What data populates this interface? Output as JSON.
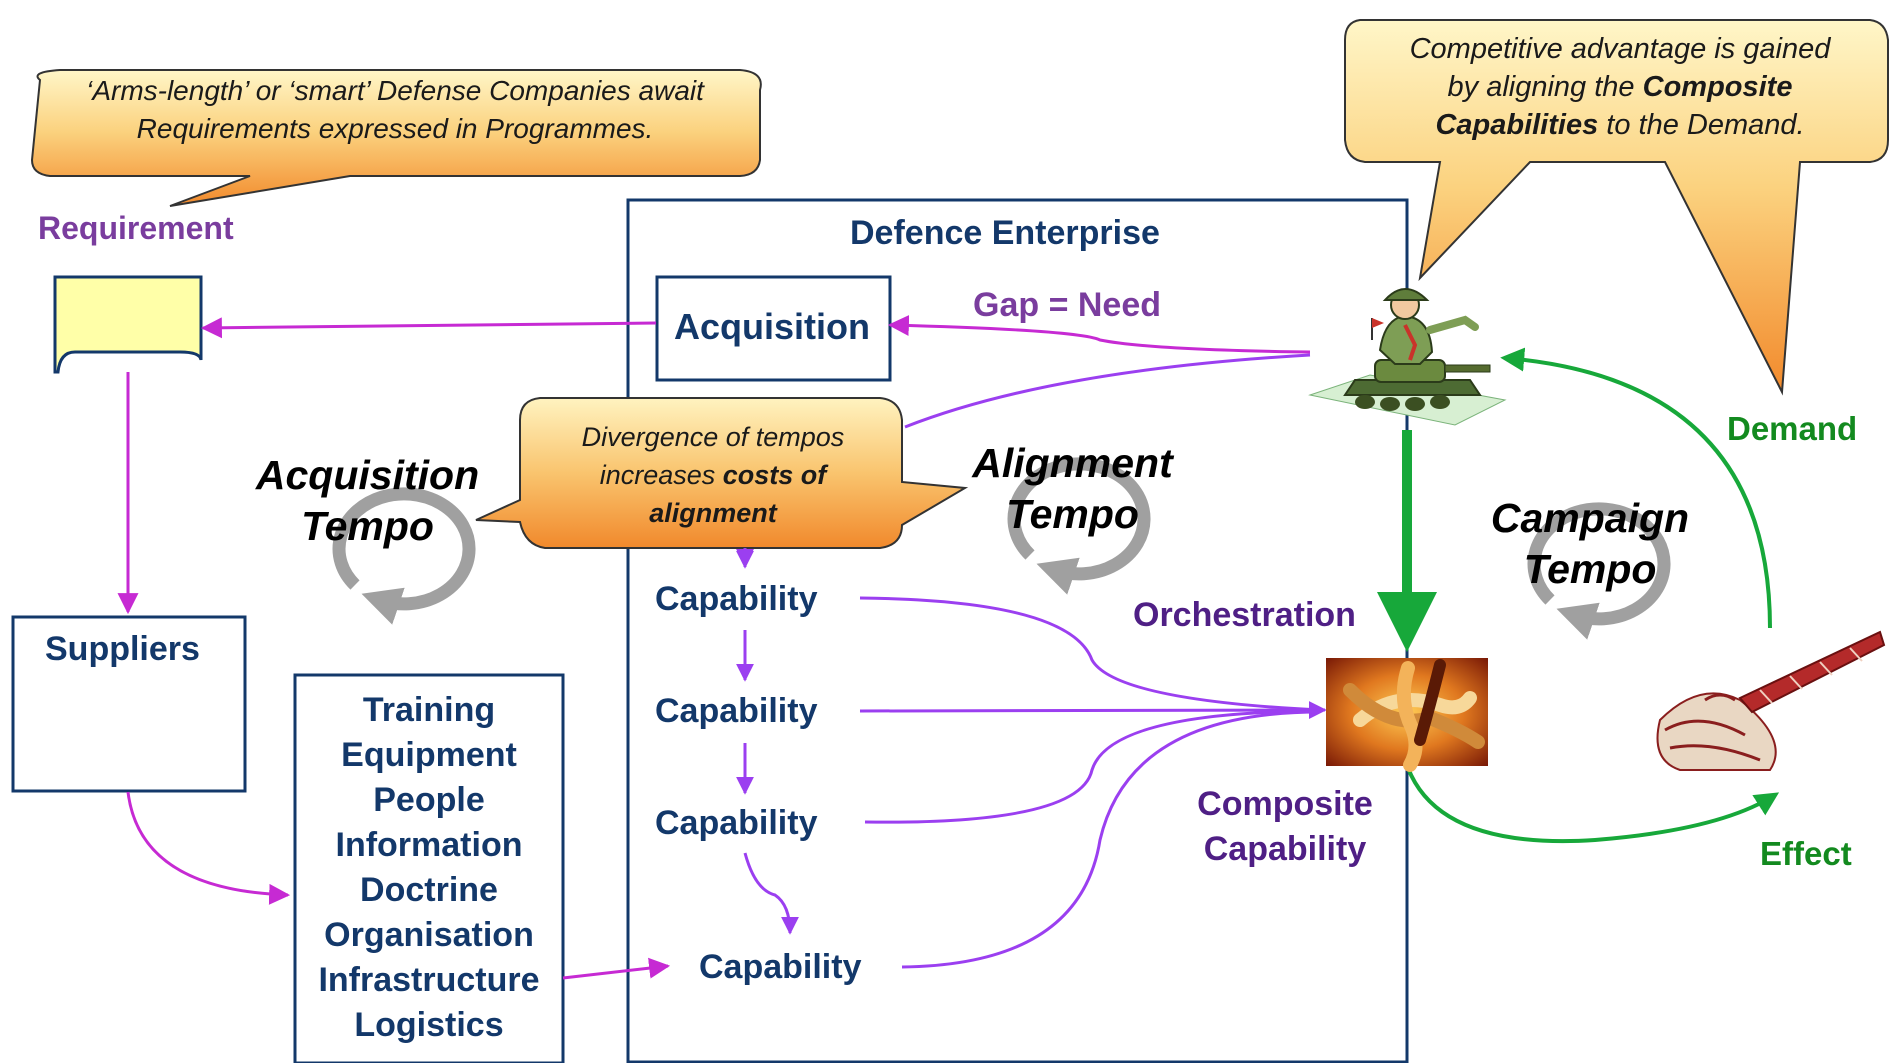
{
  "colors": {
    "navy": "#13386a",
    "magenta": "#c62ad3",
    "violet": "#9b3ff0",
    "green": "#17a83a",
    "bubble_top": "#fff3c0",
    "bubble_bottom": "#f48a2a",
    "requirement_fill": "#ffffa8"
  },
  "bubbles": {
    "defense": "‘Arms-length’ or ‘smart’ Defense Companies await Requirements expressed in Programmes.",
    "competitive": {
      "line1": "Competitive advantage is gained",
      "line2_pre": "by aligning the ",
      "line2_bold": "Composite",
      "line3_bold": "Capabilities",
      "line3_post": " to the Demand."
    },
    "divergence": {
      "line1": "Divergence of tempos",
      "line2_pre": "increases ",
      "line2_bold": "costs of",
      "line3_bold": "alignment"
    }
  },
  "labels": {
    "requirement": "Requirement",
    "defence_enterprise": "Defence Enterprise",
    "acquisition": "Acquisition",
    "gap_need": "Gap = Need",
    "suppliers": "Suppliers",
    "demand": "Demand",
    "orchestration": "Orchestration",
    "composite_capability": "Composite Capability",
    "effect": "Effect",
    "capabilities": [
      "Capability",
      "Capability",
      "Capability",
      "Capability"
    ]
  },
  "tempos": {
    "acquisition": [
      "Acquisition",
      "Tempo"
    ],
    "alignment": [
      "Alignment",
      "Tempo"
    ],
    "campaign": [
      "Campaign",
      "Tempo"
    ]
  },
  "dotmlpf": [
    "Training",
    "Equipment",
    "People",
    "Information",
    "Doctrine",
    "Organisation",
    "Infrastructure",
    "Logistics"
  ],
  "icons": {
    "requirement": "document-icon",
    "commander": "soldier-tank-icon",
    "composite": "joined-hands-icon",
    "effect": "cannon-explosion-icon"
  }
}
